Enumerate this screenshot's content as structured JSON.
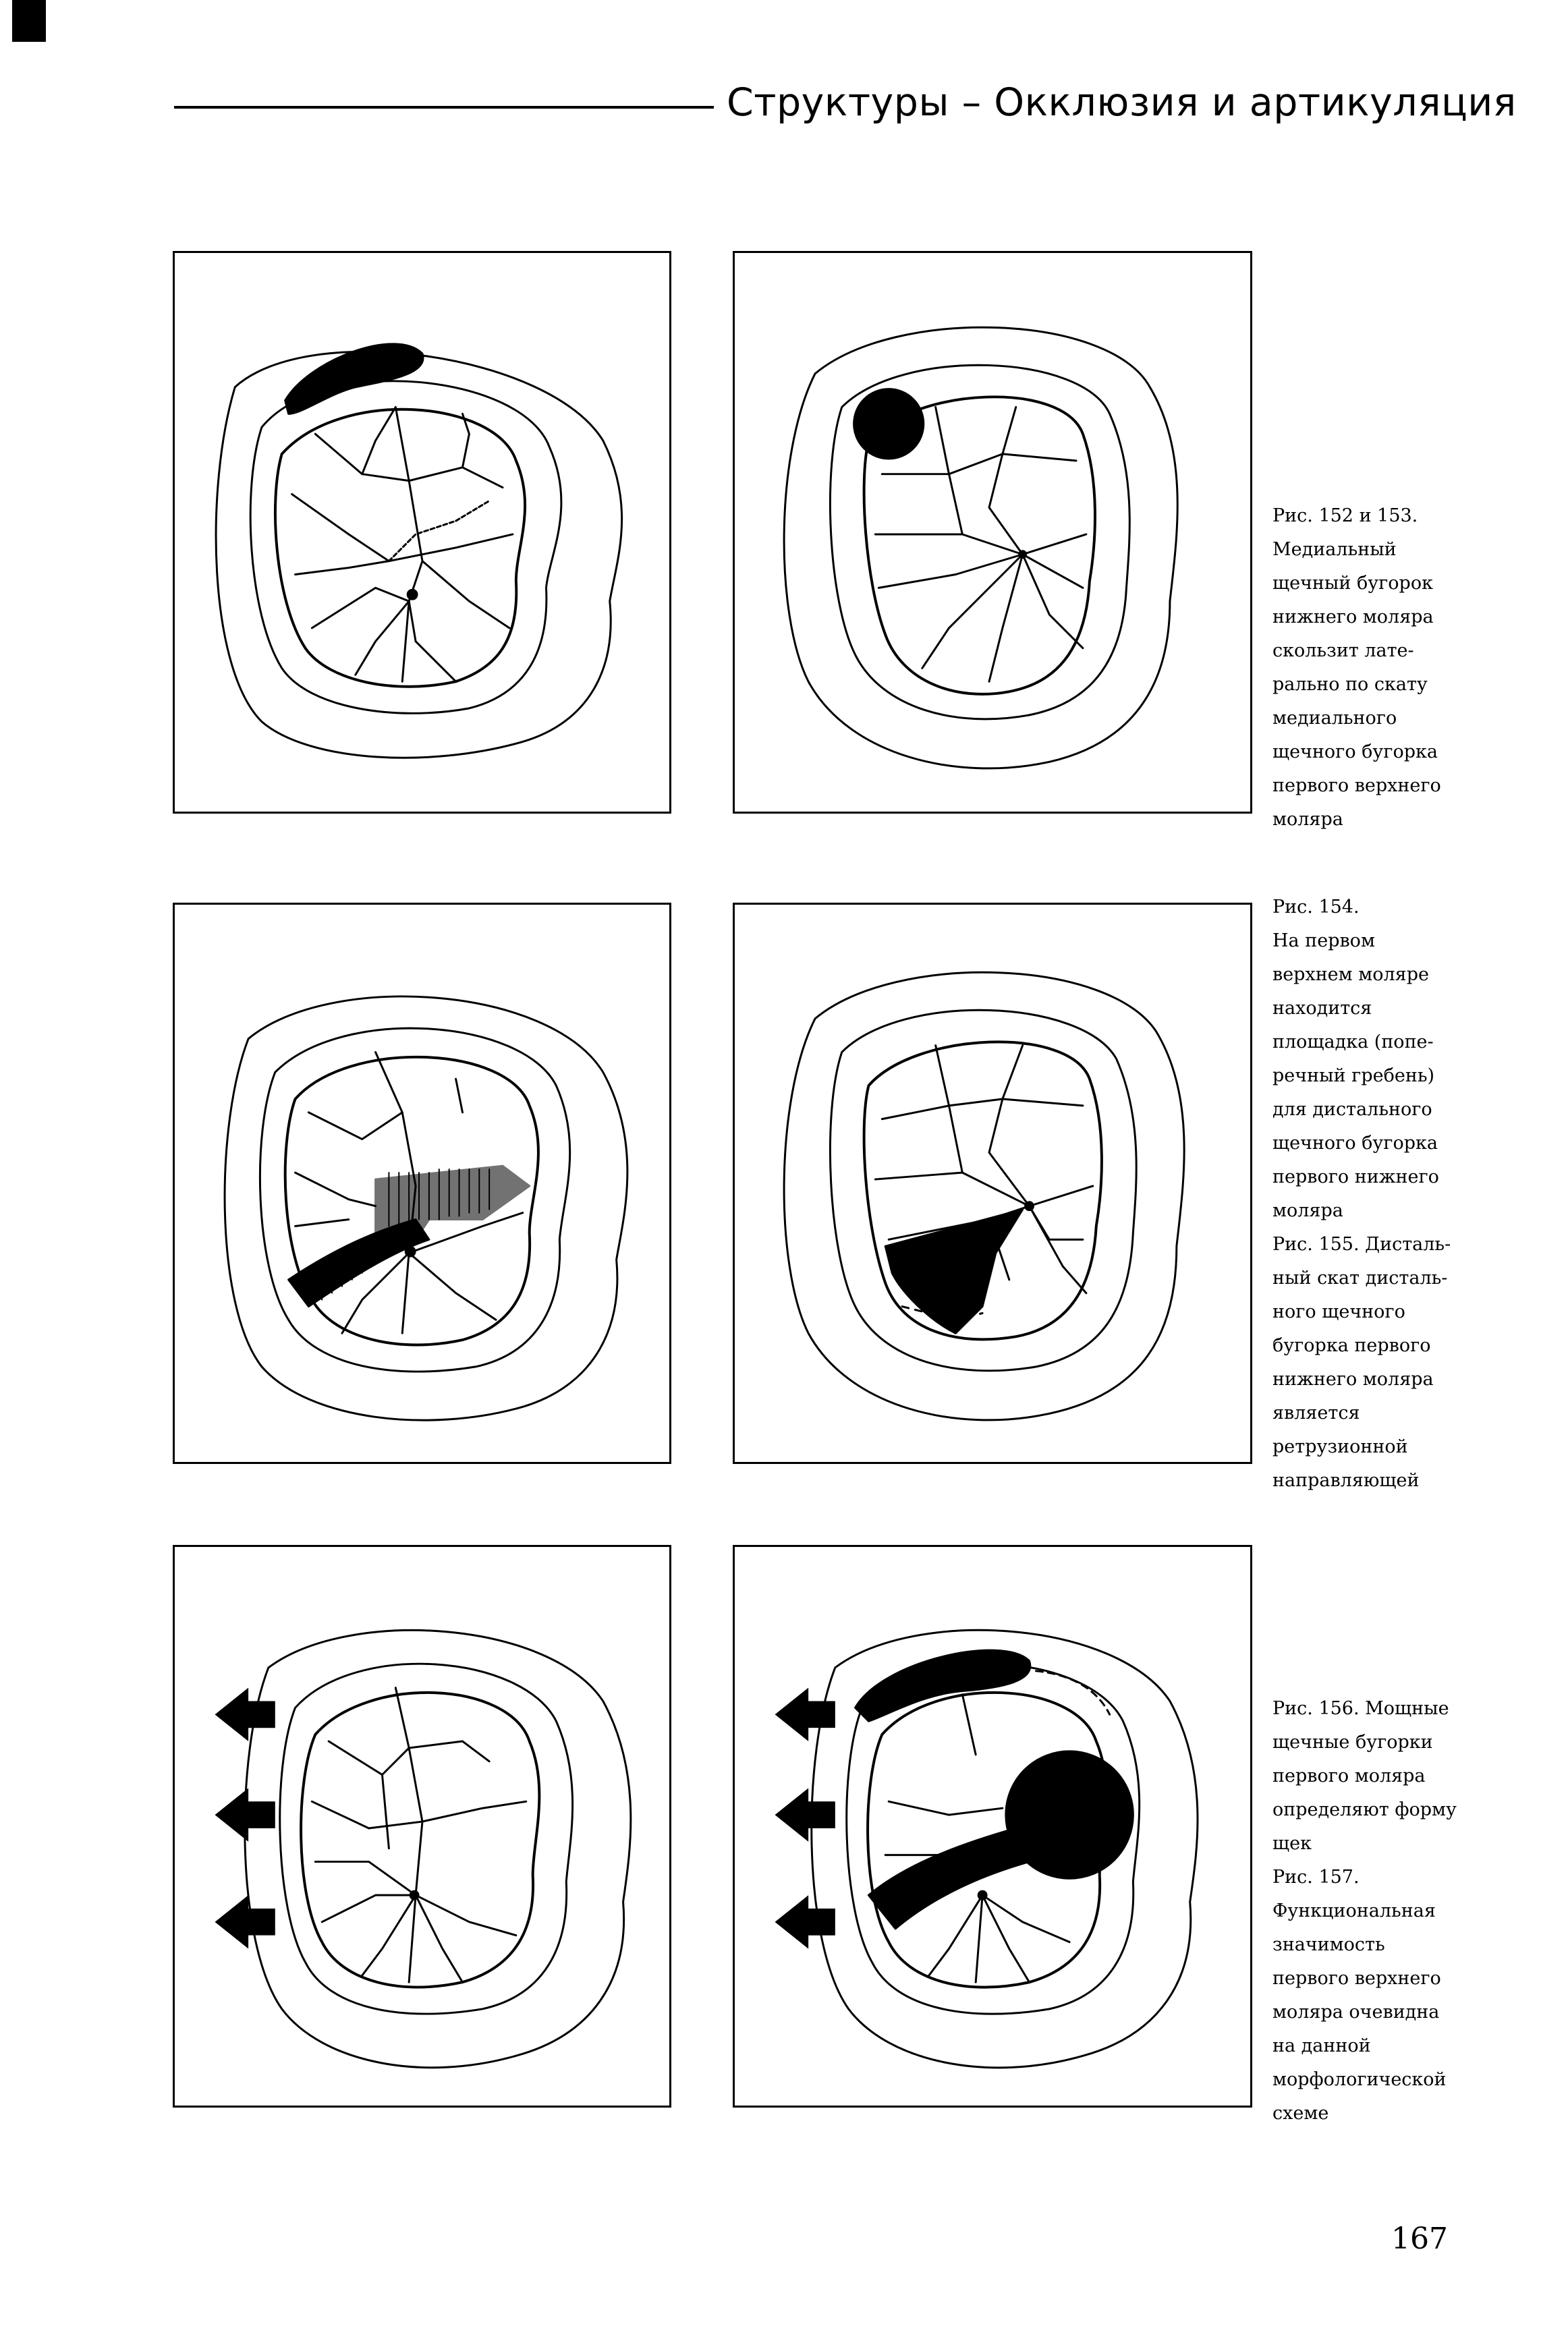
{
  "header": {
    "title": "Структуры – Окклюзия и артикуляция"
  },
  "figures": {
    "fig152": "Рис. 152",
    "fig153": "Рис. 153",
    "fig154": "Рис. 154",
    "fig155": "Рис. 155",
    "fig156": "Рис. 156",
    "fig157": "Рис. 157"
  },
  "captions": {
    "c1": "Рис. 152 и 153.\nМедиальный\nщечный бугорок\nнижнего моляра\nскользит лате-\nрально по скату\nмедиального\nщечного бугорка\nпервого верхнего\nмоляра",
    "c2a": "Рис. 154.\nНа первом\nверхнем моляре\nнаходится\nплощадка (попе-\nречный гребень)\nдля дистального\nщечного бугорка\nпервого нижнего\nмоляра",
    "c2b": "Рис. 155. Дисталь-\nный скат дисталь-\nного щечного\nбугорка первого\nнижнего моляра\nявляется\nретрузионной\nнаправляющей",
    "c3a": "Рис. 156. Мощные\nщечные бугорки\nпервого моляра\nопределяют форму\nщек",
    "c3b": "Рис. 157.\nФункциональная\nзначимость\nпервого верхнего\nмоляра очевидна\nна данной\nморфологической\nсхеме"
  },
  "page_number": "167"
}
